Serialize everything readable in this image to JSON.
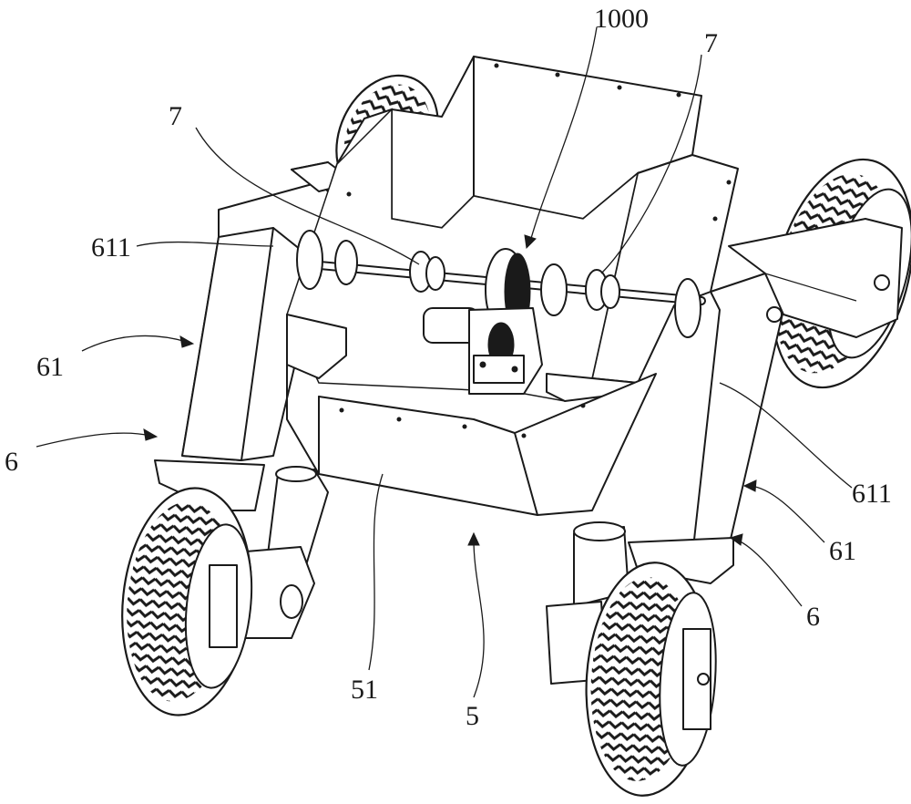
{
  "figure": {
    "labels": {
      "l1000": "1000",
      "l7_right": "7",
      "l7_left": "7",
      "l611_left": "611",
      "l61_left": "61",
      "l6_left": "6",
      "l611_right": "611",
      "l61_right": "61",
      "l6_right": "6",
      "l51": "51",
      "l5": "5"
    }
  }
}
